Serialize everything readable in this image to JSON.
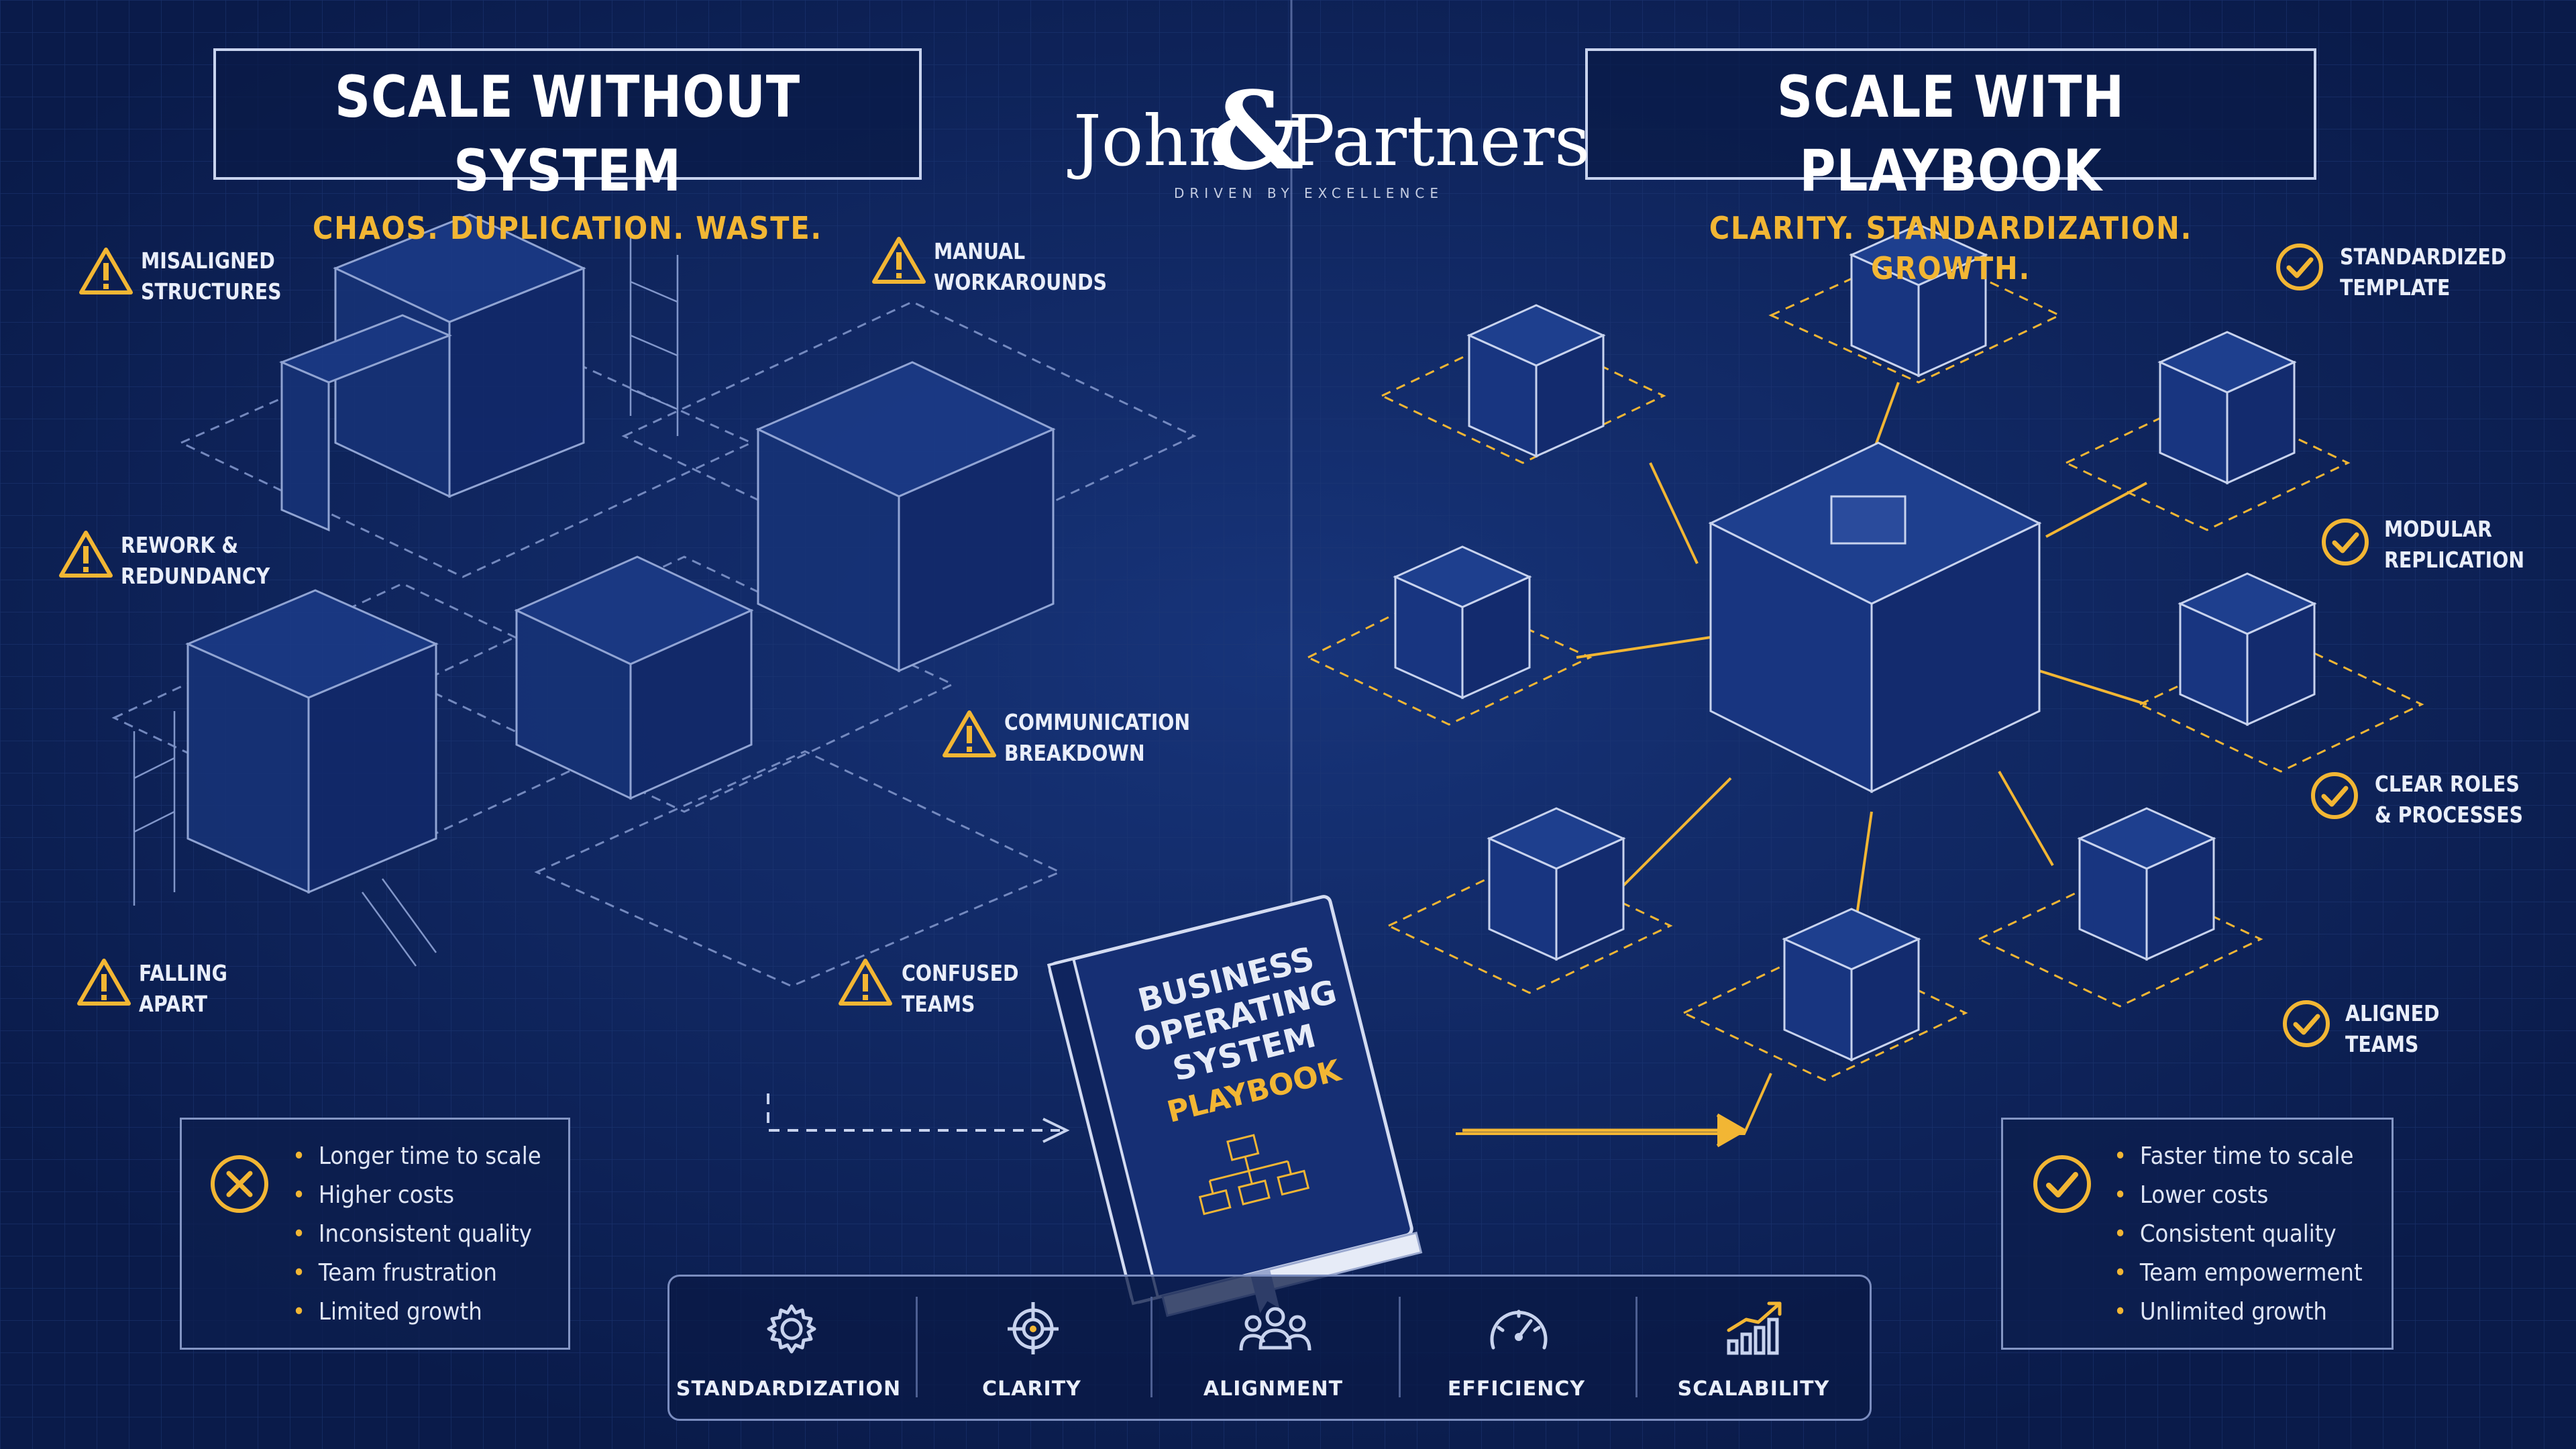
{
  "brand": {
    "name_left": "John",
    "ampersand": "&",
    "name_right": "Partners",
    "tagline": "DRIVEN BY EXCELLENCE"
  },
  "left": {
    "title": "SCALE WITHOUT SYSTEM",
    "subtitle": "CHAOS. DUPLICATION. WASTE.",
    "callouts": [
      {
        "lines": [
          "MISALIGNED",
          "STRUCTURES"
        ],
        "icon": "warning-icon"
      },
      {
        "lines": [
          "MANUAL",
          "WORKAROUNDS"
        ],
        "icon": "warning-icon"
      },
      {
        "lines": [
          "REWORK &",
          "REDUNDANCY"
        ],
        "icon": "warning-icon"
      },
      {
        "lines": [
          "COMMUNICATION",
          "BREAKDOWN"
        ],
        "icon": "warning-icon"
      },
      {
        "lines": [
          "FALLING",
          "APART"
        ],
        "icon": "warning-icon"
      },
      {
        "lines": [
          "CONFUSED",
          "TEAMS"
        ],
        "icon": "warning-icon"
      }
    ],
    "outcomes": [
      "Longer time to scale",
      "Higher costs",
      "Inconsistent quality",
      "Team frustration",
      "Limited growth"
    ],
    "outcome_icon": "x-circle-icon"
  },
  "right": {
    "title": "SCALE WITH PLAYBOOK",
    "subtitle": "CLARITY. STANDARDIZATION. GROWTH.",
    "callouts": [
      {
        "lines": [
          "STANDARDIZED",
          "TEMPLATE"
        ],
        "icon": "check-circle-icon"
      },
      {
        "lines": [
          "MODULAR",
          "REPLICATION"
        ],
        "icon": "check-circle-icon"
      },
      {
        "lines": [
          "CLEAR ROLES",
          "& PROCESSES"
        ],
        "icon": "check-circle-icon"
      },
      {
        "lines": [
          "ALIGNED",
          "TEAMS"
        ],
        "icon": "check-circle-icon"
      }
    ],
    "outcomes": [
      "Faster time to scale",
      "Lower costs",
      "Consistent quality",
      "Team empowerment",
      "Unlimited growth"
    ],
    "outcome_icon": "check-circle-icon"
  },
  "book": {
    "lines": [
      "BUSINESS",
      "OPERATING",
      "SYSTEM"
    ],
    "highlight": "PLAYBOOK"
  },
  "pillars": [
    {
      "label": "STANDARDIZATION",
      "icon": "gear-icon"
    },
    {
      "label": "CLARITY",
      "icon": "target-icon"
    },
    {
      "label": "ALIGNMENT",
      "icon": "people-icon"
    },
    {
      "label": "EFFICIENCY",
      "icon": "gauge-icon"
    },
    {
      "label": "SCALABILITY",
      "icon": "growth-chart-icon"
    }
  ],
  "colors": {
    "background": "#0d2257",
    "accent": "#f2b634",
    "line": "#c8d3ee",
    "text": "#e9eefa"
  }
}
